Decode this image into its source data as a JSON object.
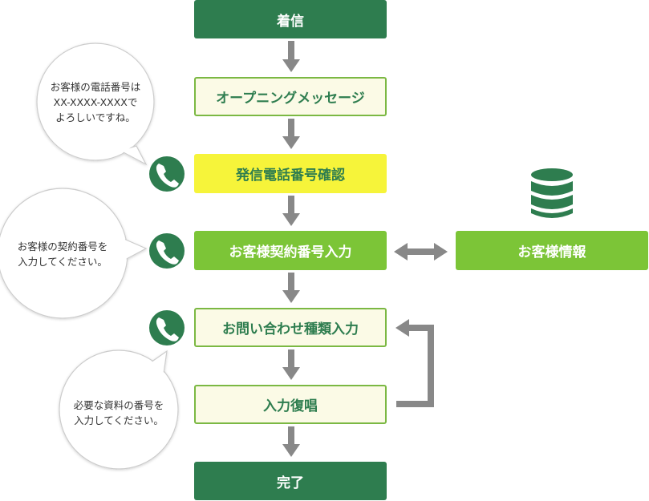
{
  "steps": {
    "incoming": "着信",
    "opening": "オープニングメッセージ",
    "caller_id": "発信電話番号確認",
    "contract_input": "お客様契約番号入力",
    "inquiry_input": "お問い合わせ種類入力",
    "input_repeat": "入力復唱",
    "complete": "完了"
  },
  "customer_info": "お客様情報",
  "bubbles": {
    "confirm_number": [
      "お客様の電話番号は",
      "XX-XXXX-XXXXで",
      "よろしいですね。"
    ],
    "enter_contract": [
      "お客様の契約番号を",
      "入力してください。"
    ],
    "enter_document": [
      "必要な資料の番号を",
      "入力してください。"
    ]
  },
  "icons": {
    "phone": "phone-icon",
    "database": "database-icon"
  },
  "colors": {
    "dark_green": "#2e7d4f",
    "light_green": "#7bb843",
    "lime": "#7cc537",
    "yellow": "#f6f43a",
    "arrow_gray": "#888888"
  }
}
